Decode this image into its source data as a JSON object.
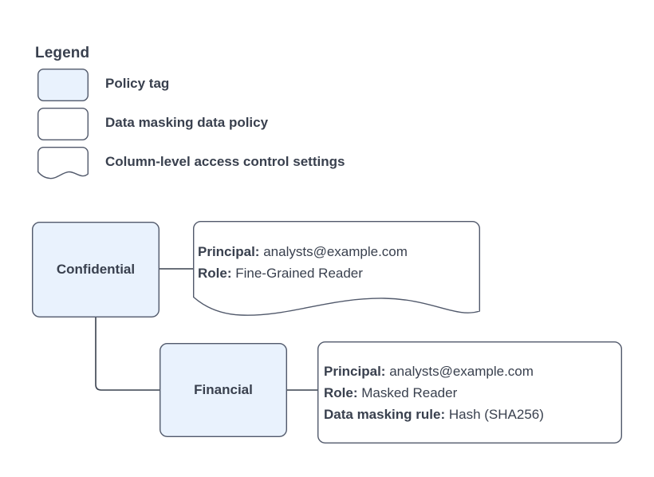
{
  "legend": {
    "title": "Legend",
    "items": [
      {
        "shape": "policy-tag-swatch",
        "style": "rounded-filled",
        "label": "Policy tag"
      },
      {
        "shape": "data-masking-swatch",
        "style": "rounded-plain",
        "label": "Data masking data policy"
      },
      {
        "shape": "column-access-swatch",
        "style": "wave-bottom",
        "label": "Column-level access control settings"
      }
    ]
  },
  "nodes": [
    {
      "id": "confidential",
      "label": "Confidential",
      "type": "policy-tag"
    },
    {
      "id": "financial",
      "label": "Financial",
      "type": "policy-tag"
    }
  ],
  "callouts": [
    {
      "id": "confidential-access-settings",
      "type": "column-level-access-control-settings",
      "lines": [
        {
          "key": "Principal:",
          "value": "analysts@example.com"
        },
        {
          "key": "Role:",
          "value": "Fine-Grained Reader"
        }
      ]
    },
    {
      "id": "financial-masking-policy",
      "type": "data-masking-data-policy",
      "lines": [
        {
          "key": "Principal:",
          "value": "analysts@example.com"
        },
        {
          "key": "Role:",
          "value": "Masked Reader"
        },
        {
          "key": "Data masking rule:",
          "value": "Hash (SHA256)"
        }
      ]
    }
  ],
  "colors": {
    "policy_tag_fill": "#e9f2fd",
    "shape_stroke": "#51596b",
    "connector_stroke": "#39404e",
    "text": "#39404e",
    "background": "#ffffff"
  }
}
